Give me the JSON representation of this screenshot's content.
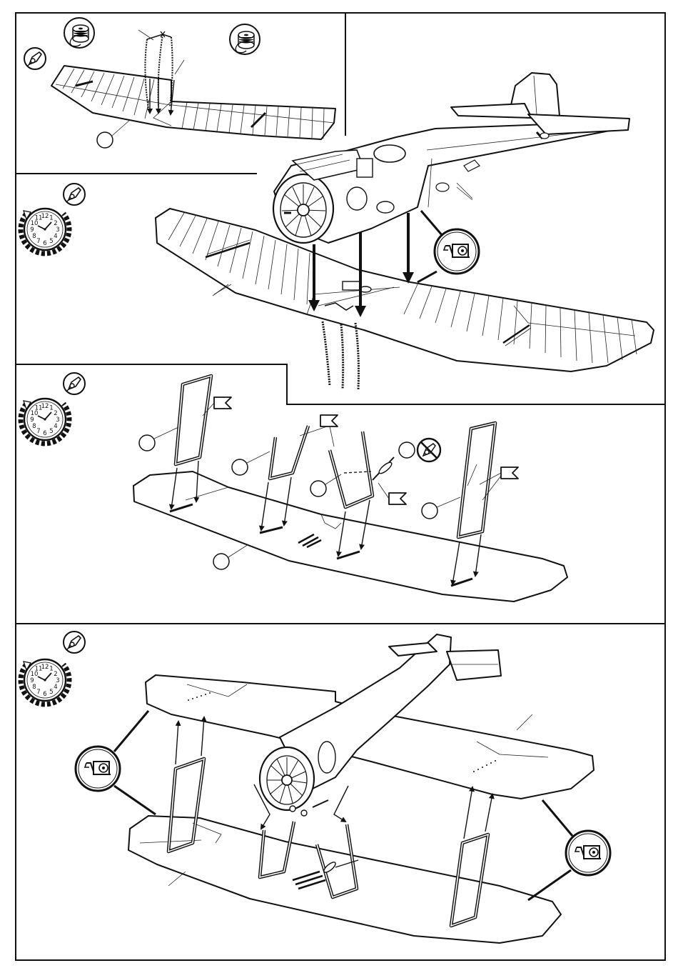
{
  "sheet": {
    "background": "#ffffff",
    "ink": "#111111"
  },
  "steps": [
    {
      "name": "step-1-upper-center-wing-rigging",
      "icons": [
        "glue-icon",
        "thread-spool-icon",
        "thread-spool-icon"
      ]
    },
    {
      "name": "step-2-lower-wing-to-fuselage",
      "icons": [
        "glue-icon",
        "drying-clock-icon",
        "tape-callout-icon"
      ]
    },
    {
      "name": "step-3-interplane-struts",
      "icons": [
        "glue-icon",
        "drying-clock-icon",
        "flag-marker-icon",
        "no-glue-icon"
      ]
    },
    {
      "name": "step-4-final-biplane-assembly",
      "icons": [
        "glue-icon",
        "drying-clock-icon",
        "tape-callout-icon",
        "tape-callout-icon",
        "tape-callout-icon"
      ]
    }
  ],
  "clock": {
    "numerals": [
      "12",
      "1",
      "2",
      "3",
      "4",
      "5",
      "6",
      "7",
      "8",
      "9",
      "10",
      "11"
    ]
  }
}
